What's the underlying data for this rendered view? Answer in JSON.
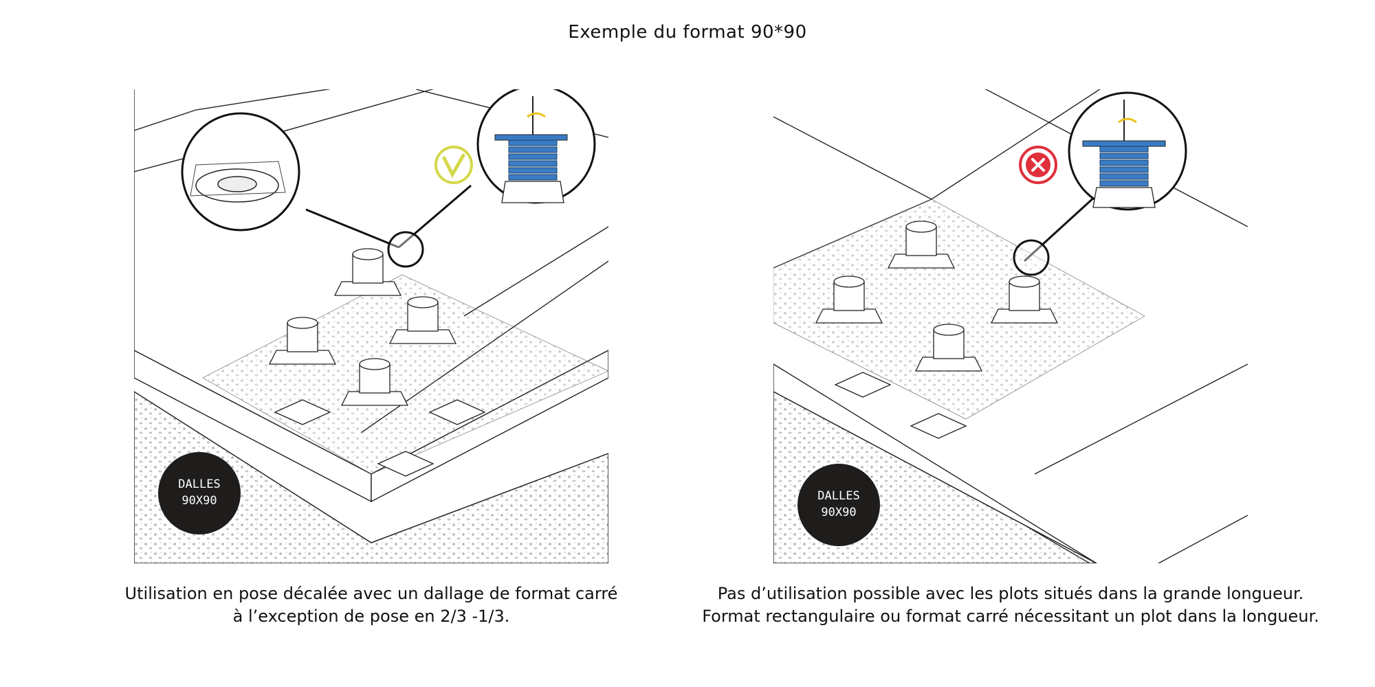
{
  "title": "Exemple du format 90*90",
  "left_panel": {
    "badge_line1": "DALLES",
    "badge_line2": "90X90",
    "status": "valid",
    "status_color": "#d4d84a",
    "caption_line1": "Utilisation en pose décalée avec un dallage de format carré",
    "caption_line2": "à l’exception de pose en 2/3 -1/3."
  },
  "right_panel": {
    "badge_line1": "DALLES",
    "badge_line2": "90X90",
    "status": "invalid",
    "status_color": "#e0303c",
    "caption_line1": "Pas d’utilisation possible avec les plots situés dans la grande longueur.",
    "caption_line2": "Format rectangulaire ou format carré nécessitant un plot dans la longueur."
  },
  "colors": {
    "pedestal_blue": "#3a7cc4",
    "rotate_arrow": "#e8c21c",
    "badge_bg": "#1f1c1c"
  }
}
